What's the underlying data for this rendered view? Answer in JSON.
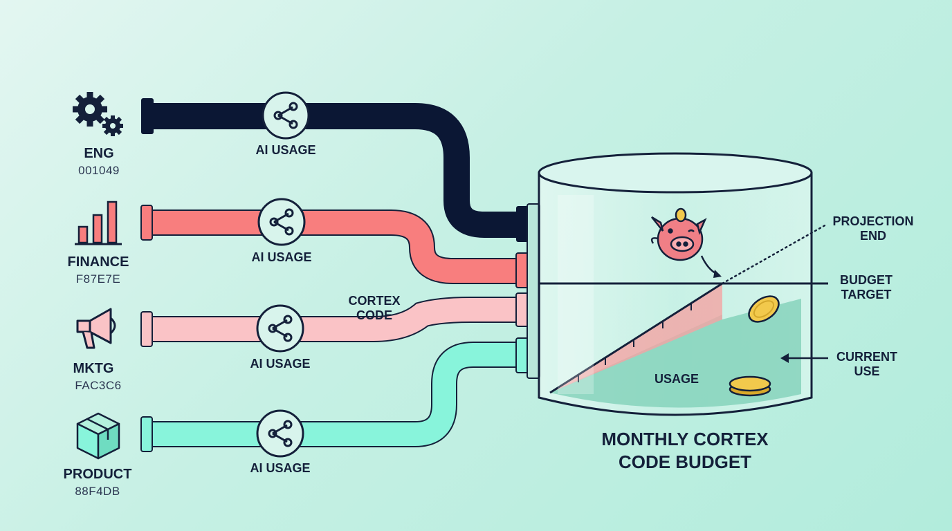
{
  "departments": [
    {
      "name": "ENG",
      "code": "001049",
      "pipe_color": "#0b1734",
      "icon": "gears-icon",
      "usage_label": "AI USAGE"
    },
    {
      "name": "FINANCE",
      "code": "F87E7E",
      "pipe_color": "#f87e7e",
      "icon": "bar-chart-icon",
      "usage_label": "AI USAGE"
    },
    {
      "name": "MKTG",
      "code": "FAC3C6",
      "pipe_color": "#fac3c6",
      "icon": "megaphone-icon",
      "usage_label": "AI USAGE"
    },
    {
      "name": "PRODUCT",
      "code": "88F4DB",
      "pipe_color": "#88f4db",
      "icon": "box-icon",
      "usage_label": "AI USAGE"
    }
  ],
  "pipe_label": {
    "line1": "CORTEX",
    "line2": "CODE"
  },
  "tank": {
    "title_line1": "MONTHLY CORTEX",
    "title_line2": "CODE BUDGET",
    "usage_label": "USAGE",
    "mascot_icon": "piggy-bank-icon",
    "coin_icon": "coin-icon"
  },
  "annotations": {
    "projection": {
      "line1": "PROJECTION",
      "line2": "END"
    },
    "budget": {
      "line1": "BUDGET",
      "line2": "TARGET"
    },
    "current": {
      "line1": "CURRENT",
      "line2": "USE"
    }
  },
  "colors": {
    "ink": "#14203a",
    "projection_fill": "#f4a4a4",
    "usage_fill": "#7ccfb6"
  }
}
